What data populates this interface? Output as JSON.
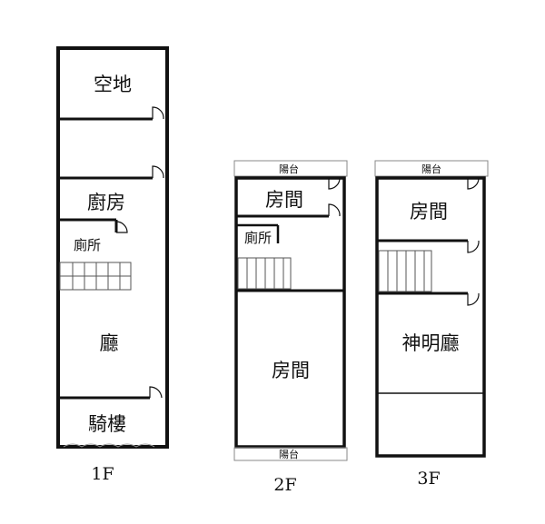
{
  "floors": [
    {
      "label": "1F",
      "rooms": [
        "空地",
        "廚房",
        "廁所",
        "廳",
        "騎樓"
      ]
    },
    {
      "label": "2F",
      "rooms": [
        "陽台",
        "房間",
        "廁所",
        "房間",
        "陽台"
      ]
    },
    {
      "label": "3F",
      "rooms": [
        "陽台",
        "房間",
        "神明廳"
      ]
    }
  ]
}
